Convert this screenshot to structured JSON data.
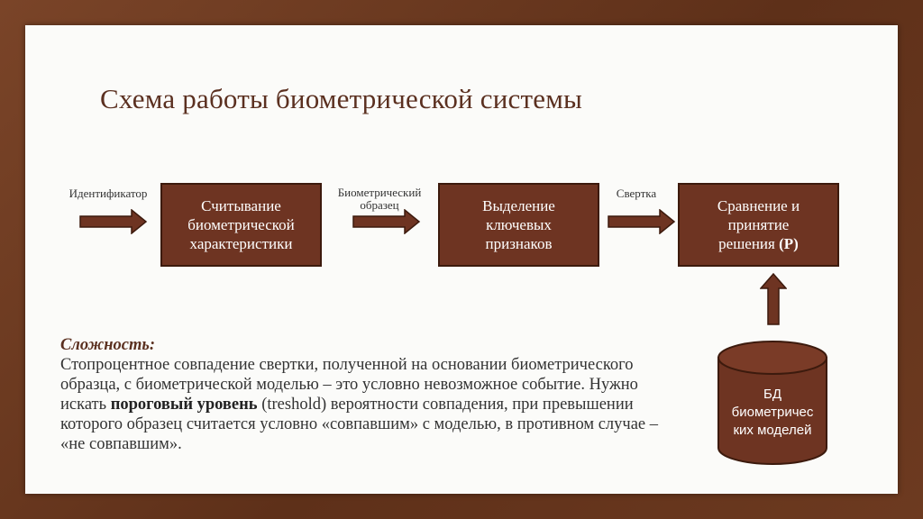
{
  "slide": {
    "title": "Схема работы биометрической системы"
  },
  "flow": {
    "label_identifier": "Идентификатор",
    "box_read": [
      "Считывание",
      "биометрической",
      "характеристики"
    ],
    "label_sample": [
      "Биометрический",
      "образец"
    ],
    "box_extract": [
      "Выделение",
      "ключевых",
      "признаков"
    ],
    "label_convolution": "Свертка",
    "box_compare_line1": "Сравнение и",
    "box_compare_line2": "принятие",
    "box_compare_line3_pre": "решения ",
    "box_compare_line3_bold": "(P)",
    "database": [
      "БД",
      "биометричес",
      "ких моделей"
    ]
  },
  "note": {
    "heading": "Сложность:",
    "text_1": "Стопроцентное совпадение свертки, полученной на основании биометрического образца, с биометрической моделью – это условно невозможное событие. Нужно искать ",
    "text_bold": "пороговый уровень",
    "text_2": " (treshold) вероятности совпадения, при превышении которого образец считается условно «совпавшим» с моделью, в противном случае – «не совпавшим»."
  },
  "colors": {
    "frame": "#6b3a22",
    "box_fill": "#6e3422",
    "box_border": "#3c1a0d",
    "title": "#5b3020"
  }
}
